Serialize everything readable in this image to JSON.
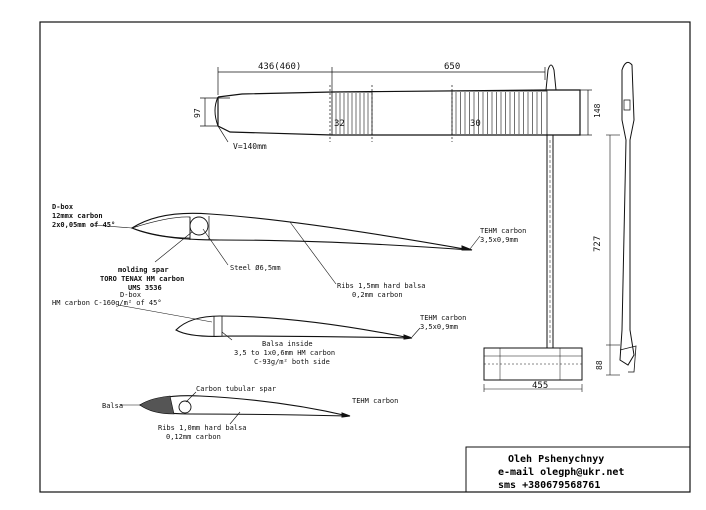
{
  "dimensions": {
    "root_span": "436(460)",
    "tip_span": "650",
    "root_chord": "97",
    "rib_count_inner": "32",
    "rib_count_outer": "30",
    "volume": "V=140mm",
    "fuselage_length": "727",
    "stab_chord": "148",
    "stab_span": "455",
    "fin_height": "88"
  },
  "profile1": {
    "dbox": "D-box",
    "dbox_material": "12mmx carbon",
    "dbox_layup": "2x0,05mm of 45°",
    "molding_spar": "molding spar",
    "spar_material": "TORO TENAX HM carbon",
    "spar_grade": "UMS 3536",
    "steel": "Steel Ø6,5mm",
    "ribs": "Ribs 1,5mm hard balsa",
    "ribs_cover": "0,2mm carbon",
    "tehm": "TEHM carbon",
    "tehm_size": "3,5x0,9mm"
  },
  "profile2": {
    "dbox": "D-box",
    "dbox_material": "HM carbon C-160g/m² of 45°",
    "tehm": "TEHM carbon",
    "tehm_size": "3,5x0,9mm",
    "balsa_inside": "Balsa inside",
    "balsa_spec": "3,5 to 1x0,6mm HM carbon",
    "balsa_cover": "C-93g/m² both side"
  },
  "profile3": {
    "spar": "Carbon tubular spar",
    "balsa": "Balsa",
    "tehm": "TEHM carbon",
    "ribs": "Ribs 1,0mm hard balsa",
    "ribs_cover": "0,12mm carbon"
  },
  "title_block": {
    "name": "Oleh Pshenychnyy",
    "email": "e-mail olegph@ukr.net",
    "sms": "sms +380679568761"
  }
}
